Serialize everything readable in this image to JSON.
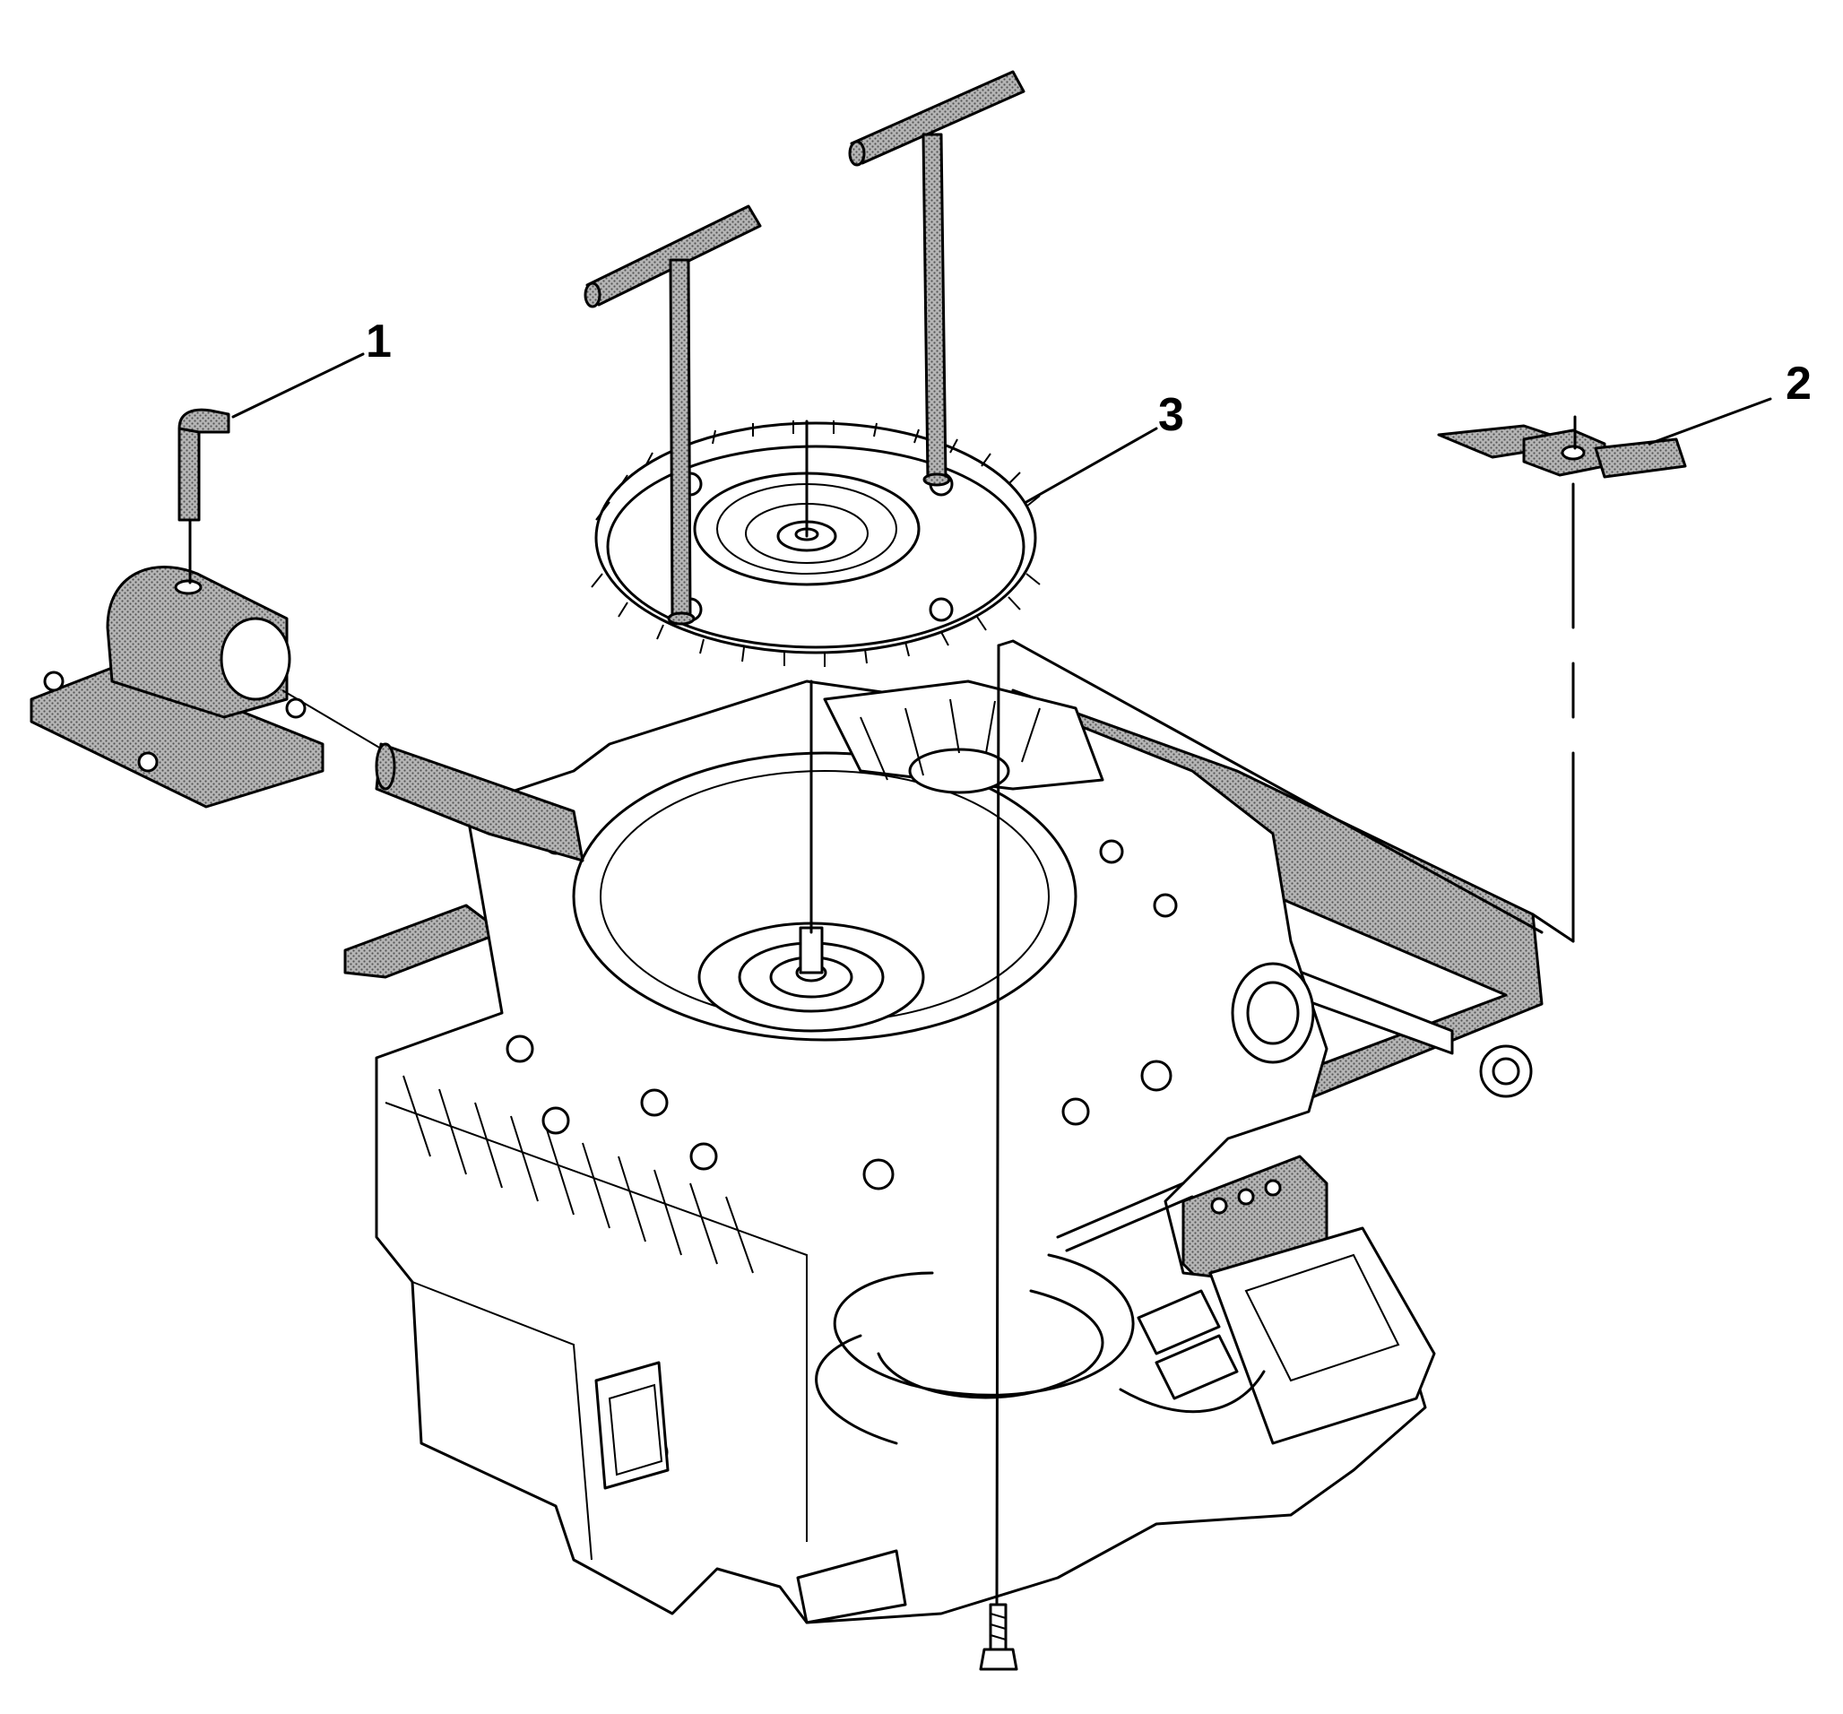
{
  "callouts": [
    {
      "id": "1",
      "label": "1"
    },
    {
      "id": "2",
      "label": "2"
    },
    {
      "id": "3",
      "label": "3"
    }
  ],
  "colors": {
    "line": "#000000",
    "background": "#ffffff",
    "shade": "#9a9a9a"
  }
}
